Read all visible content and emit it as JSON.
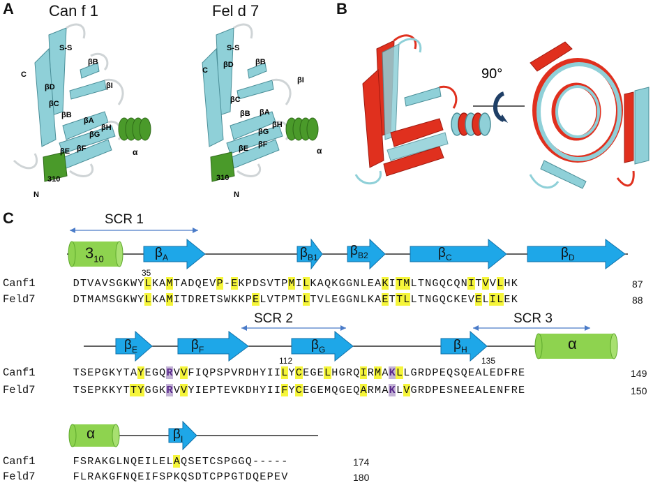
{
  "panels": {
    "a": {
      "letter": "A",
      "left_title": "Can f 1",
      "right_title": "Fel d 7"
    },
    "b": {
      "letter": "B",
      "rotation": "90°"
    },
    "c": {
      "letter": "C"
    }
  },
  "structure_labels": {
    "ss": "S-S",
    "c_term": "C",
    "n_term": "N",
    "bA": "βA",
    "bB": "βB",
    "bC": "βC",
    "bD": "βD",
    "bE": "βE",
    "bF": "βF",
    "bG": "βG",
    "bH": "βH",
    "bI": "βI",
    "alpha": "α",
    "three10": "310"
  },
  "scr": {
    "scr1": "SCR 1",
    "scr2": "SCR 2",
    "scr3": "SCR 3"
  },
  "topology": {
    "row1": {
      "helix": "3",
      "helix_sub": "10",
      "strands": [
        "A",
        "B1",
        "B2",
        "C",
        "D"
      ]
    },
    "row2": {
      "strands": [
        "E",
        "F",
        "G",
        "H"
      ],
      "helix": "α"
    },
    "row3": {
      "helix": "α",
      "strands": [
        "I"
      ]
    }
  },
  "position_markers": {
    "m35": "35",
    "m112": "112",
    "m135": "135"
  },
  "alignment": {
    "block1": {
      "canf1": {
        "name": "Canf1",
        "seq": "DTVAVSGKWYLKAMTADQEVP-EKPDSVTPMILKAQKGGNLEAKITMLTNGQCQNITVVLHK",
        "end": "87",
        "yellow": [
          10,
          13,
          20,
          22,
          30,
          32,
          43,
          45,
          46,
          55,
          57,
          59
        ],
        "purple": []
      },
      "feld7": {
        "name": "Feld7",
        "seq": "DTMAMSGKWYLKAMITDRETSWKKPELVTPMTLTVLEGGNLKAETTLLTNGQCKEVELILEK",
        "end": "88",
        "yellow": [
          10,
          13,
          25,
          32,
          43,
          45,
          46,
          56,
          58,
          59
        ],
        "purple": []
      }
    },
    "block2": {
      "canf1": {
        "name": "Canf1",
        "seq": "TSEPGKYTAYEGQRVVFIQPSPVRDHYIILYCEGELHGRQIRMAKLLGRDPEQSQEALEDFRE",
        "end": "149",
        "yellow": [
          9,
          13,
          15,
          29,
          31,
          35,
          40,
          42,
          45
        ],
        "purple": [
          13,
          44
        ]
      },
      "feld7": {
        "name": "Feld7",
        "seq": "TSEPKKYTTYGGKRVVYIEPTEVKDHYIIFYCEGEMQGEQARMAKLVGRDPESNEEALENFRE",
        "end": "150",
        "yellow": [
          8,
          9,
          13,
          15,
          29,
          31,
          40,
          46
        ],
        "purple": [
          13,
          44
        ]
      }
    },
    "block3": {
      "canf1": {
        "name": "Canf1",
        "seq": "FSRAKGLNQEILELAQSETCSPGGQ-----",
        "end": "174",
        "yellow": [
          14
        ],
        "purple": []
      },
      "feld7": {
        "name": "Feld7",
        "seq": "FLRAKGFNQEIFSPKQSDTCPPGTDQEPEV",
        "end": "180",
        "yellow": [],
        "purple": []
      }
    }
  },
  "colors": {
    "strand": "#1ea7e8",
    "strand_dark": "#1170a8",
    "helix": "#8ed34f",
    "helix_dark": "#5da82c",
    "scr_arrow": "#4a7bc8",
    "cyan_ribbon": "#8fd0d8",
    "red_ribbon": "#e0301e",
    "green_ribbon": "#4a9a2a",
    "highlight_yellow": "#f5f53a",
    "highlight_purple": "#c4b4d6"
  }
}
